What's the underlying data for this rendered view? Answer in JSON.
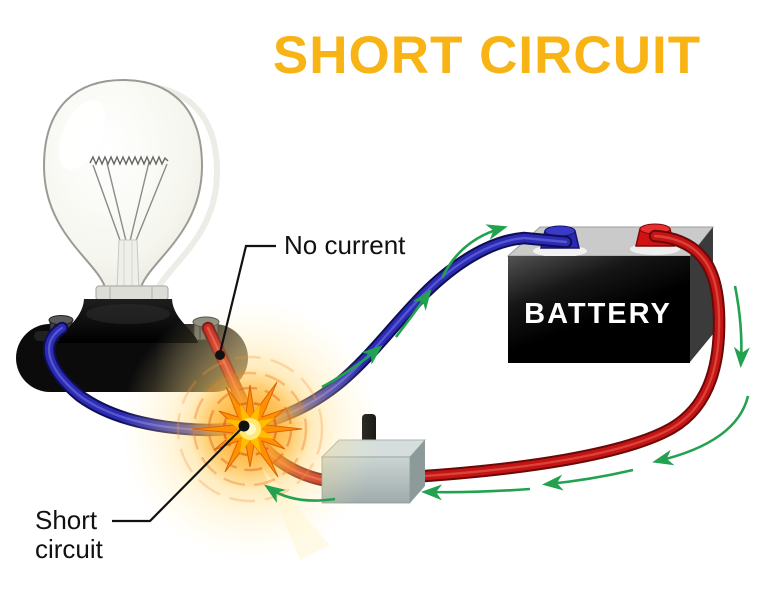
{
  "title": {
    "text": "SHORT CIRCUIT",
    "color": "#F8B314"
  },
  "battery": {
    "label": "BATTERY",
    "label_color": "#FFFFFF",
    "terminals": [
      "blue-terminal",
      "red-terminal"
    ]
  },
  "annotations": {
    "no_current": "No current",
    "short_circuit_line1": "Short",
    "short_circuit_line2": "circuit"
  },
  "components": [
    {
      "name": "light-bulb",
      "state": "unlit"
    },
    {
      "name": "bulb-socket-base"
    },
    {
      "name": "battery"
    },
    {
      "name": "switch"
    },
    {
      "name": "blue-wire"
    },
    {
      "name": "red-wire"
    },
    {
      "name": "short-circuit-spark"
    },
    {
      "name": "current-direction-arrows",
      "count": 8
    }
  ],
  "colors": {
    "background": "#FFFFFF",
    "title": "#F8B314",
    "wire_blue": "#2B2BB4",
    "wire_red": "#C41414",
    "arrow_green": "#22A24F",
    "spark_burst": "#FF9000",
    "spark_core": "#FFE873",
    "label_text": "#111111"
  }
}
